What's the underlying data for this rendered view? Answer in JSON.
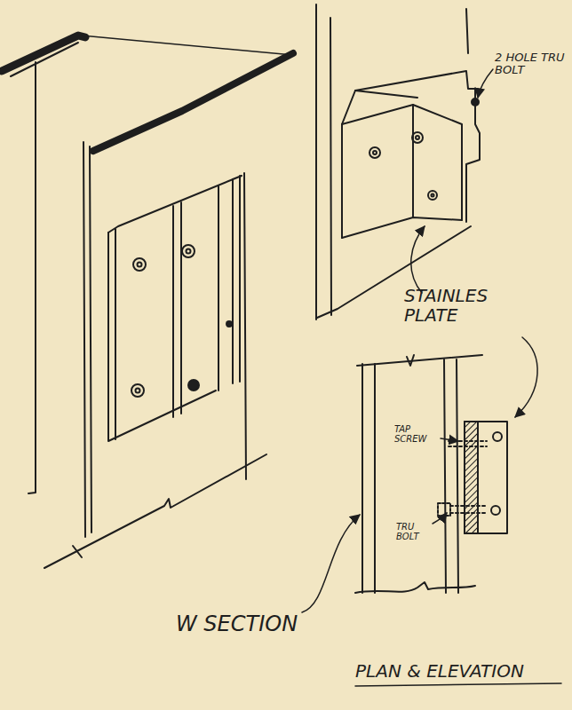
{
  "diagram": {
    "labels": [
      "2 HOLE TRU BOLT",
      "STAINLES PLATE",
      "TAP SCREW",
      "TRU BOLT",
      "W SECTION",
      "PLAN & ELEVATION"
    ]
  }
}
